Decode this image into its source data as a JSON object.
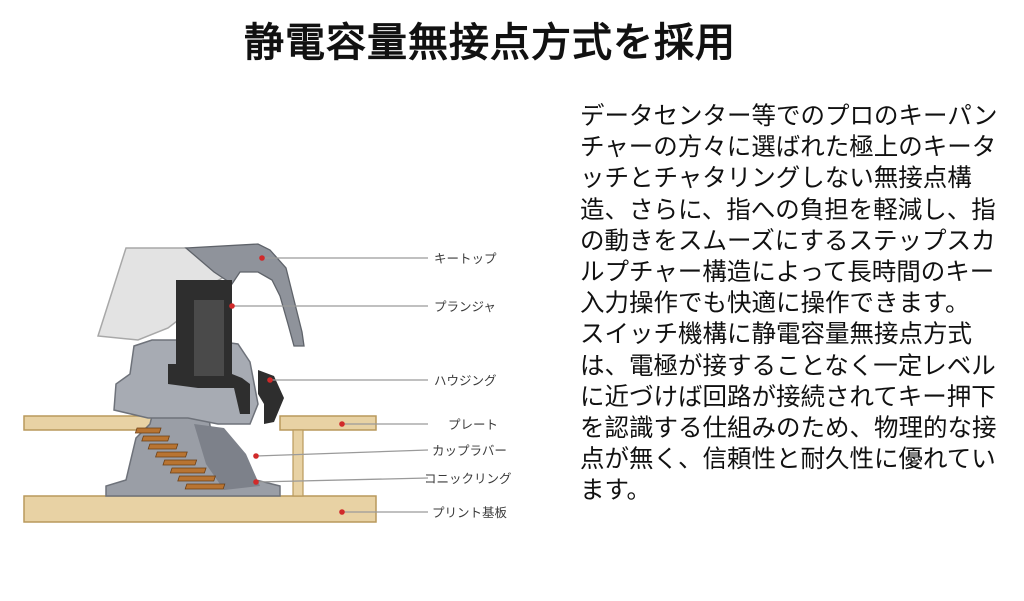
{
  "title": "静電容量無接点方式を採用",
  "diagram": {
    "labels": [
      {
        "id": "keytop",
        "text": "キートップ"
      },
      {
        "id": "plunger",
        "text": "プランジャ"
      },
      {
        "id": "housing",
        "text": "ハウジング"
      },
      {
        "id": "plate",
        "text": "プレート"
      },
      {
        "id": "cup-rubber",
        "text": "カップラバー"
      },
      {
        "id": "conic-ring",
        "text": "コニックリング"
      },
      {
        "id": "pcb",
        "text": "プリント基板"
      }
    ],
    "colors": {
      "board": "#e8d2a4",
      "board_edge": "#b9995c",
      "keytop": "#e3e3e3",
      "housing": "#9a9ea6",
      "plunger": "#2e2e2e",
      "spring": "#b87432",
      "leader": "#d12a2a"
    }
  },
  "body": {
    "paragraph1": "データセンター等でのプロのキーパンチャーの方々に選ばれた極上のキータッチとチャタリングしない無接点構造、さらに、指への負担を軽減し、指の動きをスムーズにするステップスカルプチャー構造によって長時間のキー入力操作でも快適に操作できます。",
    "paragraph2": "スイッチ機構に静電容量無接点方式は、電極が接することなく一定レベルに近づけば回路が接続されてキー押下を認識する仕組みのため、物理的な接点が無く、信頼性と耐久性に優れています。"
  }
}
